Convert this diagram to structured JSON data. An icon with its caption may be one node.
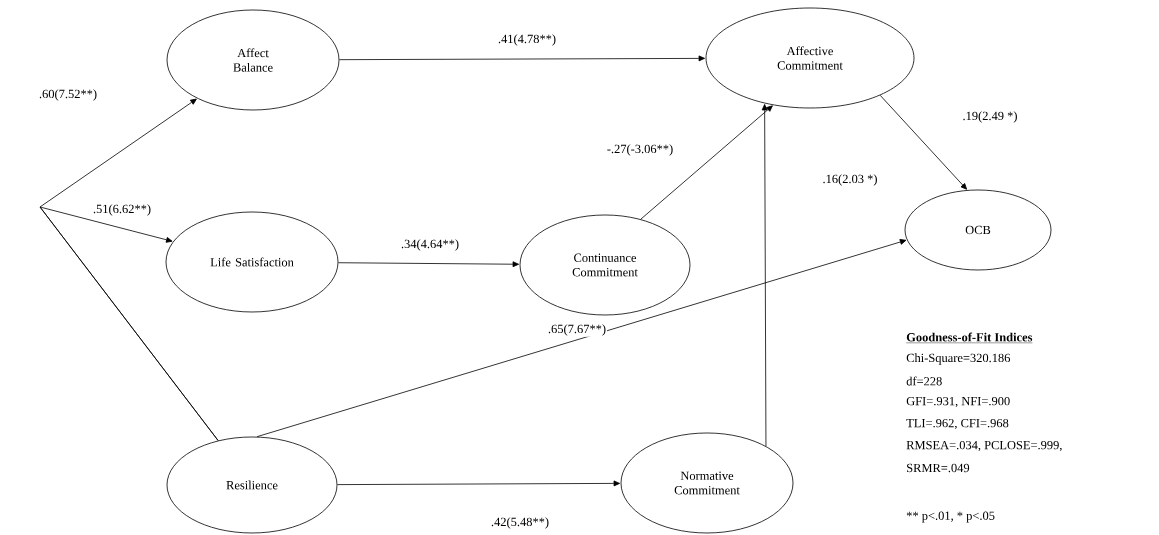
{
  "diagram": {
    "nodes": [
      {
        "text": [
          "Affect Balance"
        ]
      },
      {
        "text": [
          "Affective Commitment"
        ]
      },
      {
        "text": [
          "Life Satisfaction"
        ]
      },
      {
        "text": [
          "Continuance Commitment"
        ]
      },
      {
        "text": [
          "OCB"
        ]
      },
      {
        "text": [
          "Resilience"
        ]
      },
      {
        "text": [
          "Normative Commitment"
        ]
      }
    ],
    "edges": [
      {
        "from": 5,
        "to": 0,
        "arrow": "to",
        "label": ".60(7.52**)"
      },
      {
        "from": 5,
        "to": 2,
        "arrow": "to",
        "label": ".51(6.62**)"
      },
      {
        "from": 0,
        "to": 1,
        "arrow": "to",
        "label": ".41(4.78**)"
      },
      {
        "from": 2,
        "to": 3,
        "arrow": "to",
        "label": ".34(4.64**)"
      },
      {
        "from": 3,
        "to": 1,
        "arrow": "to",
        "label": "-.27(-3.06**)"
      },
      {
        "from": 1,
        "to": 4,
        "arrow": "to",
        "label": ".19(2.49 *)"
      },
      {
        "from": 5,
        "to": 4,
        "arrow": "to",
        "label": ".65(7.67**)"
      },
      {
        "from": 5,
        "to": 6,
        "arrow": "to",
        "label": ".42(5.48**)"
      },
      {
        "from": 6,
        "to": 1,
        "arrow": "to",
        "label": ".16(2.03 *)"
      }
    ],
    "labels": [
      "Goodness-of-Fit Indices",
      "Chi-Square=320.186",
      "df=228",
      "GFI=.931, NFI=.900",
      "TLI=.962, CFI=.968",
      "RMSEA=.034, PCLOSE=.999,",
      "SRMR=.049",
      "** p<.01, * p<.05"
    ]
  }
}
